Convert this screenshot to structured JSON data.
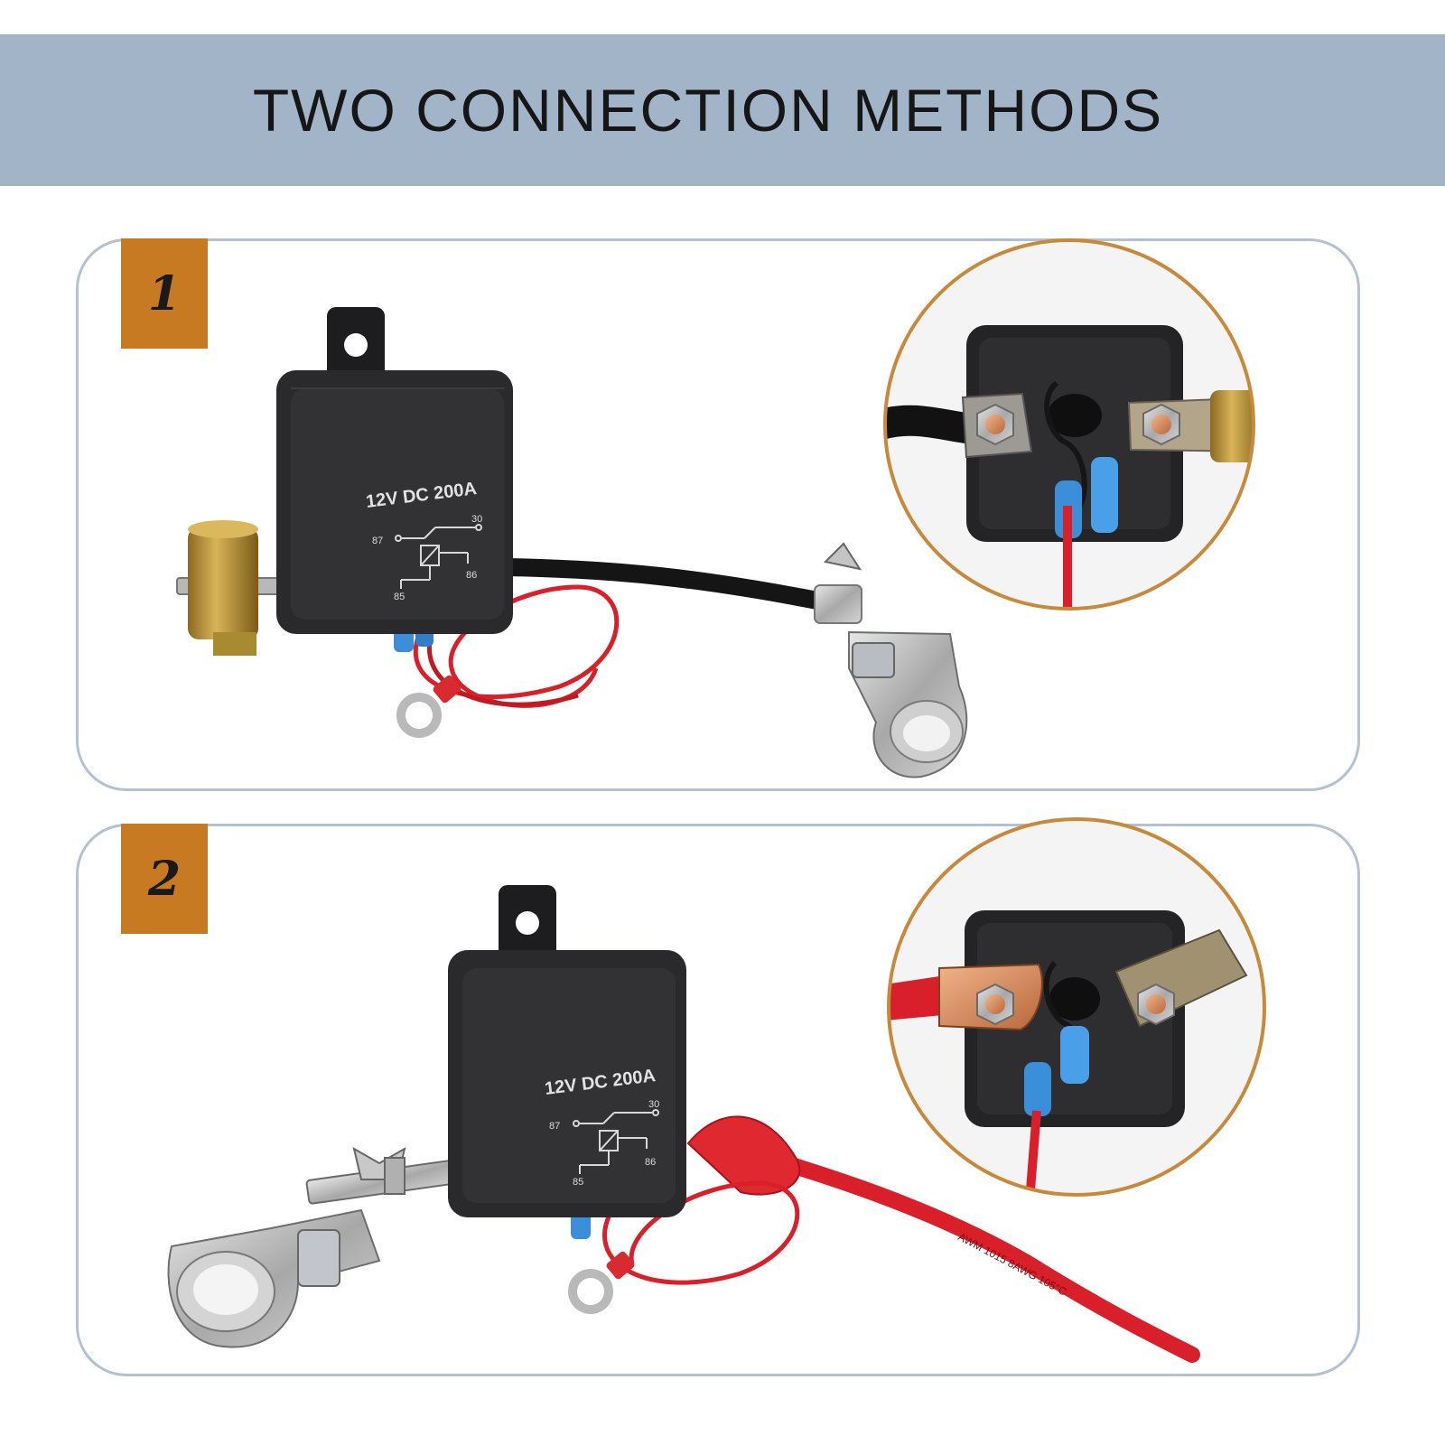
{
  "header": {
    "title": "TWO CONNECTION METHODS"
  },
  "methods": [
    {
      "number": "1",
      "relay_label": "12V DC 200A",
      "pins": {
        "p87": "87",
        "p30": "30",
        "p85": "85",
        "p86": "86"
      }
    },
    {
      "number": "2",
      "relay_label": "12V DC 200A",
      "pins": {
        "p87": "87",
        "p30": "30",
        "p85": "85",
        "p86": "86"
      },
      "cable_marking": "AWM 1015 8AWG 105°C"
    }
  ],
  "colors": {
    "header_band": "#a2b4c8",
    "badge": "#c77a22",
    "panel_border": "#b3c2d3",
    "zoom_ring": "#c8893a",
    "relay_body": "#2a2a2c",
    "red_wire": "#d81f2a",
    "blue_connector": "#3a8fd8"
  }
}
